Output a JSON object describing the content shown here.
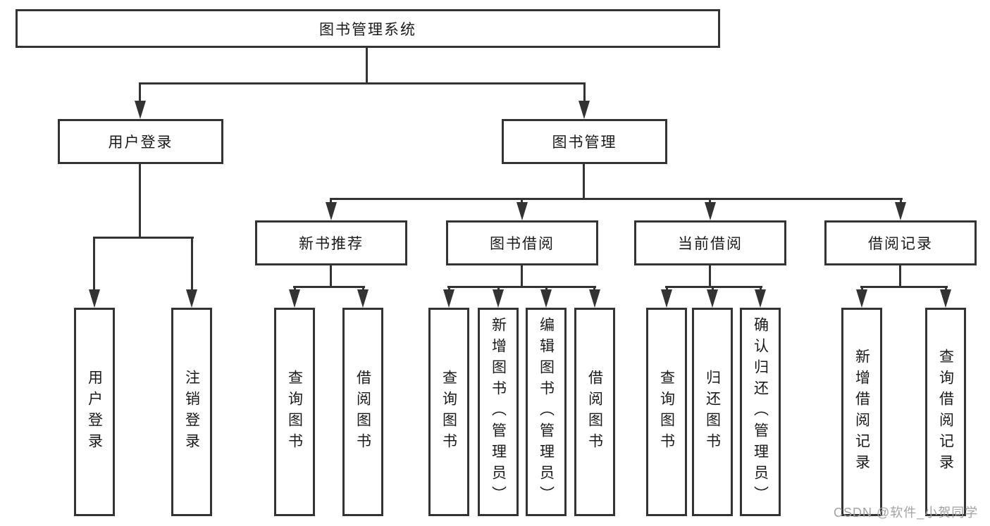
{
  "diagram_title": "图书管理系统",
  "nodes": {
    "root": "图书管理系统",
    "user_login": "用户登录",
    "book_management": "图书管理",
    "new_book_recommend": "新书推荐",
    "book_borrow": "图书借阅",
    "current_borrow": "当前借阅",
    "borrow_record": "借阅记录",
    "login": "用户登录",
    "logout": "注销登录",
    "recommend_query_book": "查询图书",
    "recommend_borrow_book": "借阅图书",
    "borrow_query_book": "查询图书",
    "borrow_add_book": "新增图书（管理员）",
    "borrow_edit_book": "编辑图书（管理员）",
    "borrow_borrow_book": "借阅图书",
    "current_query_book": "查询图书",
    "current_return_book": "归还图书",
    "current_confirm_return": "确认归还（管理员）",
    "record_add": "新增借阅记录",
    "record_query": "查询借阅记录"
  },
  "watermark": "CSDN @软件_小贺同学",
  "colors": {
    "line": "#333333",
    "background": "#ffffff",
    "text": "#1a1a1a",
    "watermark": "#a3a3a3"
  }
}
